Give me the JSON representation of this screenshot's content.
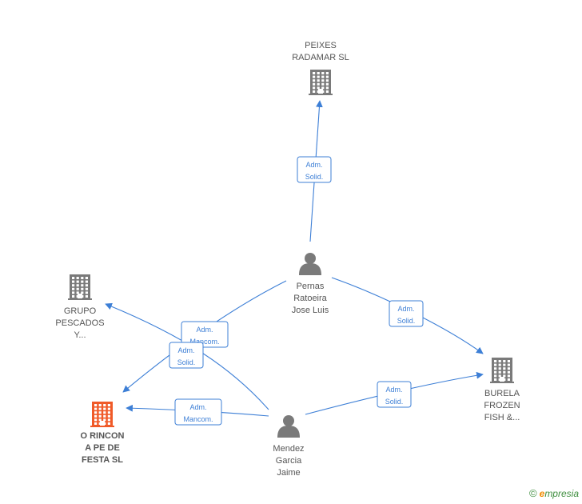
{
  "colors": {
    "edge": "#3d7fd6",
    "company": "#7a7a7a",
    "company_focus": "#f05a28",
    "person": "#7a7a7a",
    "label": "#555555"
  },
  "nodes": [
    {
      "id": "peixes",
      "type": "company",
      "icon": "building-icon",
      "lines": [
        "PEIXES",
        "RADAMAR SL"
      ]
    },
    {
      "id": "grupo",
      "type": "company",
      "icon": "building-icon",
      "lines": [
        "GRUPO",
        "PESCADOS",
        "Y..."
      ]
    },
    {
      "id": "orincon",
      "type": "company_focus",
      "icon": "building-icon",
      "lines": [
        "O RINCON",
        "A PE DE",
        "FESTA  SL"
      ]
    },
    {
      "id": "burela",
      "type": "company",
      "icon": "building-icon",
      "lines": [
        "BURELA",
        "FROZEN",
        "FISH &..."
      ]
    },
    {
      "id": "pernas",
      "type": "person",
      "icon": "person-icon",
      "lines": [
        "Pernas",
        "Ratoeira",
        "Jose Luis"
      ]
    },
    {
      "id": "mendez",
      "type": "person",
      "icon": "person-icon",
      "lines": [
        "Mendez",
        "Garcia",
        "Jaime"
      ]
    }
  ],
  "edges": [
    {
      "from": "pernas",
      "to": "peixes",
      "label": [
        "Adm.",
        "Solid."
      ]
    },
    {
      "from": "pernas",
      "to": "burela",
      "label": [
        "Adm.",
        "Solid."
      ]
    },
    {
      "from": "pernas",
      "to": "orincon",
      "label": [
        "Adm.",
        "Mancom."
      ]
    },
    {
      "from": "mendez",
      "to": "grupo",
      "label": [
        "Adm.",
        "Solid."
      ]
    },
    {
      "from": "mendez",
      "to": "orincon",
      "label": [
        "Adm.",
        "Mancom."
      ]
    },
    {
      "from": "mendez",
      "to": "burela",
      "label": [
        "Adm.",
        "Solid."
      ]
    }
  ],
  "footer": {
    "copyright_symbol": "©",
    "brand_initial": "e",
    "brand_rest": "mpresia"
  }
}
